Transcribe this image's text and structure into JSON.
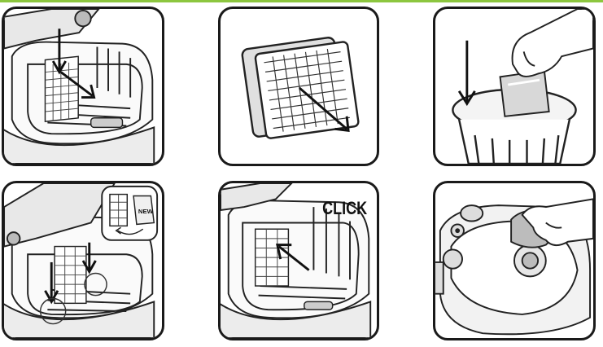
{
  "panels": [
    {
      "id": "p1",
      "name": "remove-filter",
      "icons": [
        "down-arrow-icon",
        "pull-arrow-icon"
      ]
    },
    {
      "id": "p2",
      "name": "filter-frame",
      "icons": [
        "pull-arrow-icon"
      ]
    },
    {
      "id": "p3",
      "name": "discard-filter",
      "icons": [
        "down-arrow-icon",
        "hand-icon",
        "trash-bin-icon"
      ]
    },
    {
      "id": "p4",
      "name": "insert-new-filter",
      "icons": [
        "down-arrow-icon",
        "hand-icon"
      ]
    },
    {
      "id": "p5",
      "name": "filter-click-in",
      "icons": [
        "push-arrow-icon"
      ]
    },
    {
      "id": "p6",
      "name": "wipe-vacuum",
      "icons": [
        "hand-icon",
        "cloth-icon"
      ]
    }
  ],
  "labels": {
    "click": "CLICK",
    "new": "NEW"
  },
  "colors": {
    "accent": "#8cc63f",
    "outline": "#1a1a1a",
    "shade": "#d9d9d9"
  }
}
